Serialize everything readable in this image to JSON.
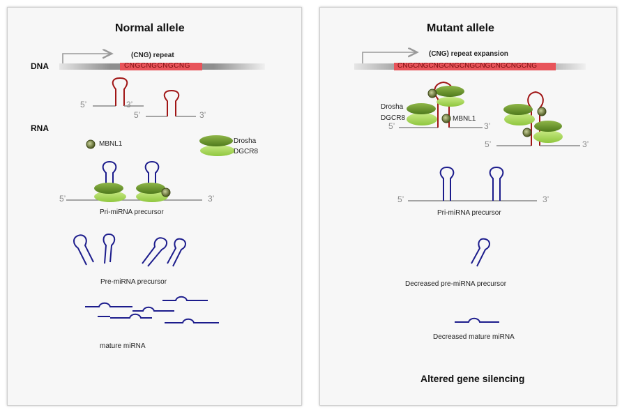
{
  "left": {
    "title": "Normal allele",
    "dna_label": "DNA",
    "repeat_label": "(CNG) repeat",
    "repeat_sequence": "CNGCNGCNGCNG",
    "rna_label": "RNA",
    "five_prime": "5’",
    "three_prime": "3’",
    "mbnl1_label": "MBNL1",
    "drosha_label": "Drosha",
    "dgcr8_label": "DGCR8",
    "pri_label": "Pri-miRNA precursor",
    "pre_label": "Pre-miRNA precursor",
    "mature_label": "mature miRNA"
  },
  "right": {
    "title": "Mutant  allele",
    "repeat_label": "(CNG) repeat expansion",
    "repeat_sequence": "CNGCNGCNGCNGCNGCNGCNGCNGCNG",
    "five_prime": "5’",
    "three_prime": "3’",
    "drosha_label": "Drosha",
    "dgcr8_label": "DGCR8",
    "mbnl1_label": "MBNL1",
    "pri_label": "Pri-miRNA precursor",
    "pre_label": "Decreased pre-miRNA precursor",
    "mature_label": "Decreased mature miRNA",
    "outcome_label": "Altered gene silencing"
  },
  "colors": {
    "repeat_red": "#e8545a",
    "hairpin_red": "#a01515",
    "rna_blue": "#1c1c8c",
    "protein_green": "#9cd34a",
    "mbnl1_olive": "#5d6b28",
    "arrow_gray": "#9a9a9a"
  }
}
